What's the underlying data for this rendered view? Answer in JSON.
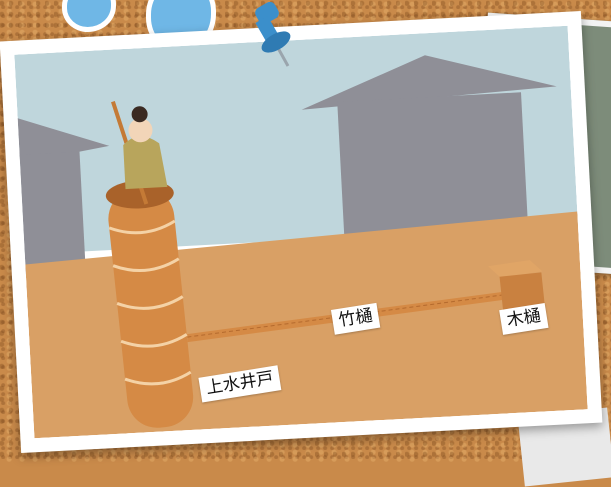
{
  "labels": {
    "well": "上水井戸",
    "bamboo_pipe": "竹樋",
    "wooden_box": "木樋"
  },
  "colors": {
    "sky": "#bfd6dc",
    "ground": "#d9a065",
    "house": "#8f8f97",
    "wood": "#d58a45",
    "pin": "#3b8fcb",
    "blob": "#6fb7e6"
  },
  "icons": {
    "pin": "push-pin-icon"
  }
}
